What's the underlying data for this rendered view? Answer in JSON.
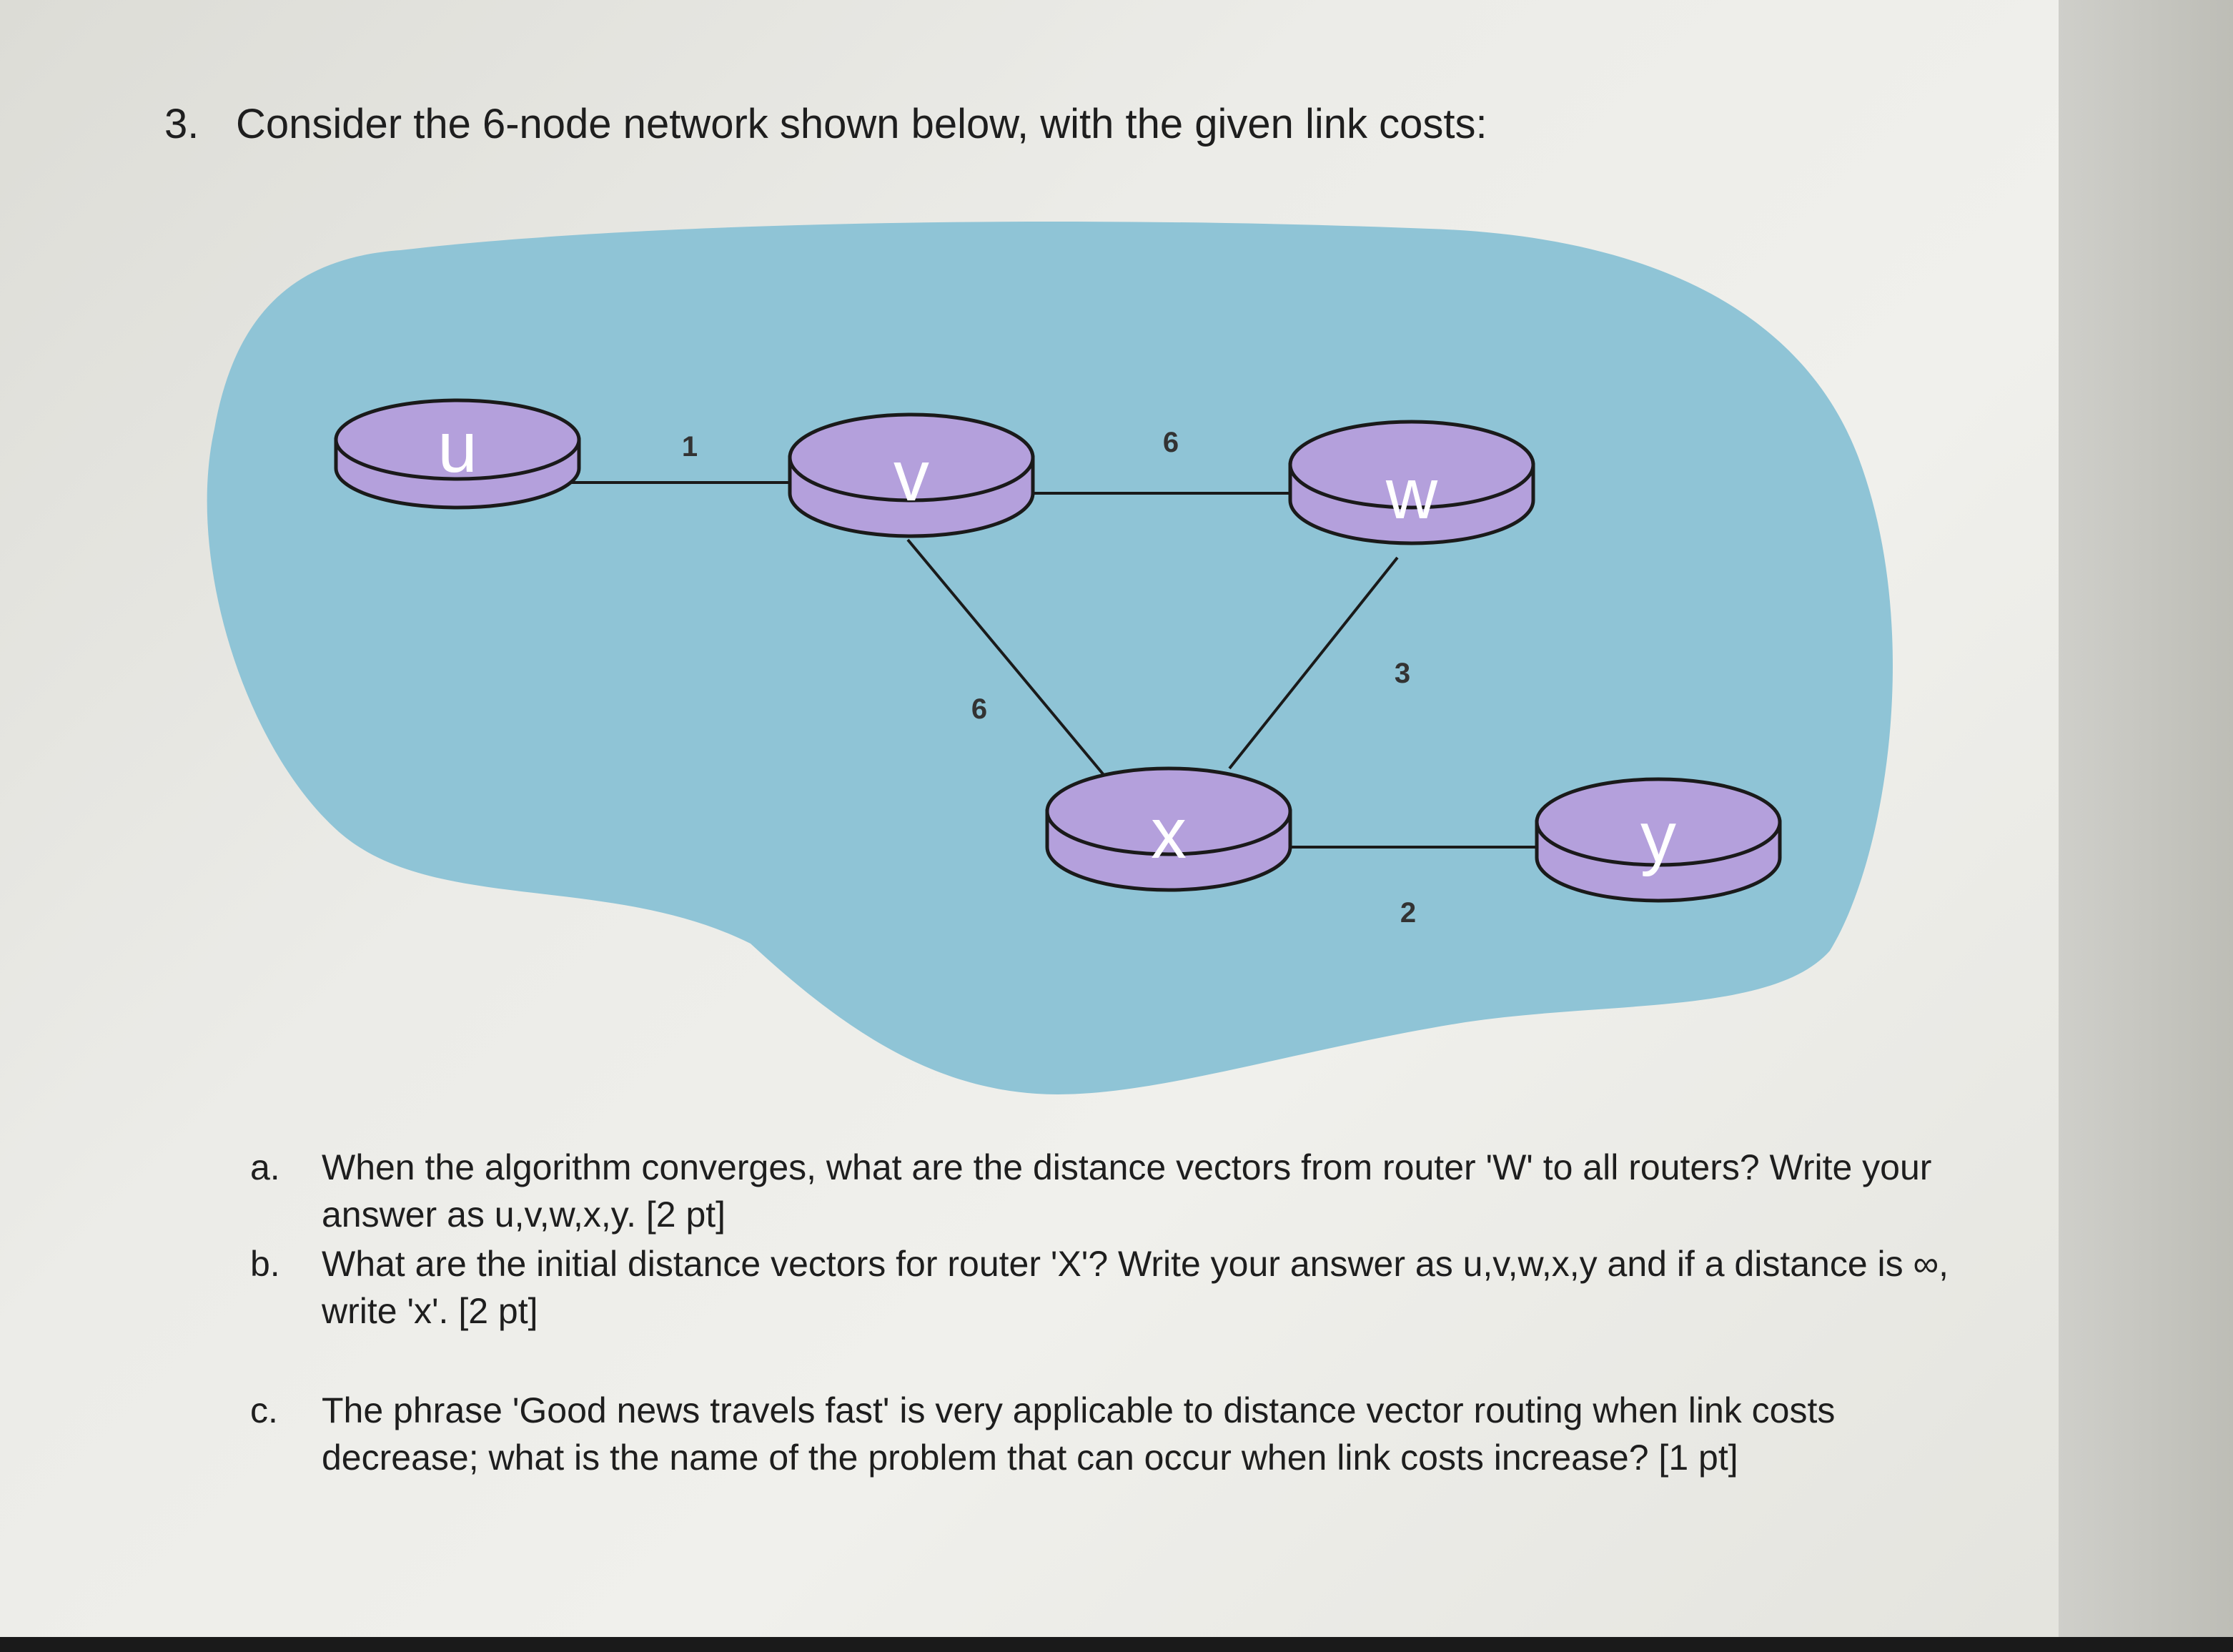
{
  "question": {
    "number": "3.",
    "text": "Consider the 6-node network shown below, with the given link costs:"
  },
  "network": {
    "nodes": [
      {
        "id": "u",
        "label": "u"
      },
      {
        "id": "v",
        "label": "v"
      },
      {
        "id": "w",
        "label": "w"
      },
      {
        "id": "x",
        "label": "x"
      },
      {
        "id": "y",
        "label": "y"
      }
    ],
    "links": [
      {
        "from": "u",
        "to": "v",
        "cost": "1"
      },
      {
        "from": "v",
        "to": "w",
        "cost": "6"
      },
      {
        "from": "v",
        "to": "x",
        "cost": "6"
      },
      {
        "from": "w",
        "to": "x",
        "cost": "3"
      },
      {
        "from": "x",
        "to": "y",
        "cost": "2"
      }
    ],
    "colors": {
      "cloud": "#8fc4d6",
      "node_fill": "#b4a0dc",
      "node_outline": "#1a1a1a"
    }
  },
  "subquestions": [
    {
      "letter": "a.",
      "text": "When the algorithm converges, what are the distance vectors from router 'W' to all routers? Write your answer as u,v,w,x,y.  [2 pt]"
    },
    {
      "letter": "b.",
      "text": "What are the initial distance vectors for router 'X'? Write your answer as u,v,w,x,y and if a distance is ∞, write 'x'.  [2 pt]"
    },
    {
      "letter": "c.",
      "text": "The phrase 'Good news travels fast' is very applicable to distance vector routing when link costs decrease; what is the name of the problem that can occur when link costs increase? [1 pt]"
    }
  ]
}
